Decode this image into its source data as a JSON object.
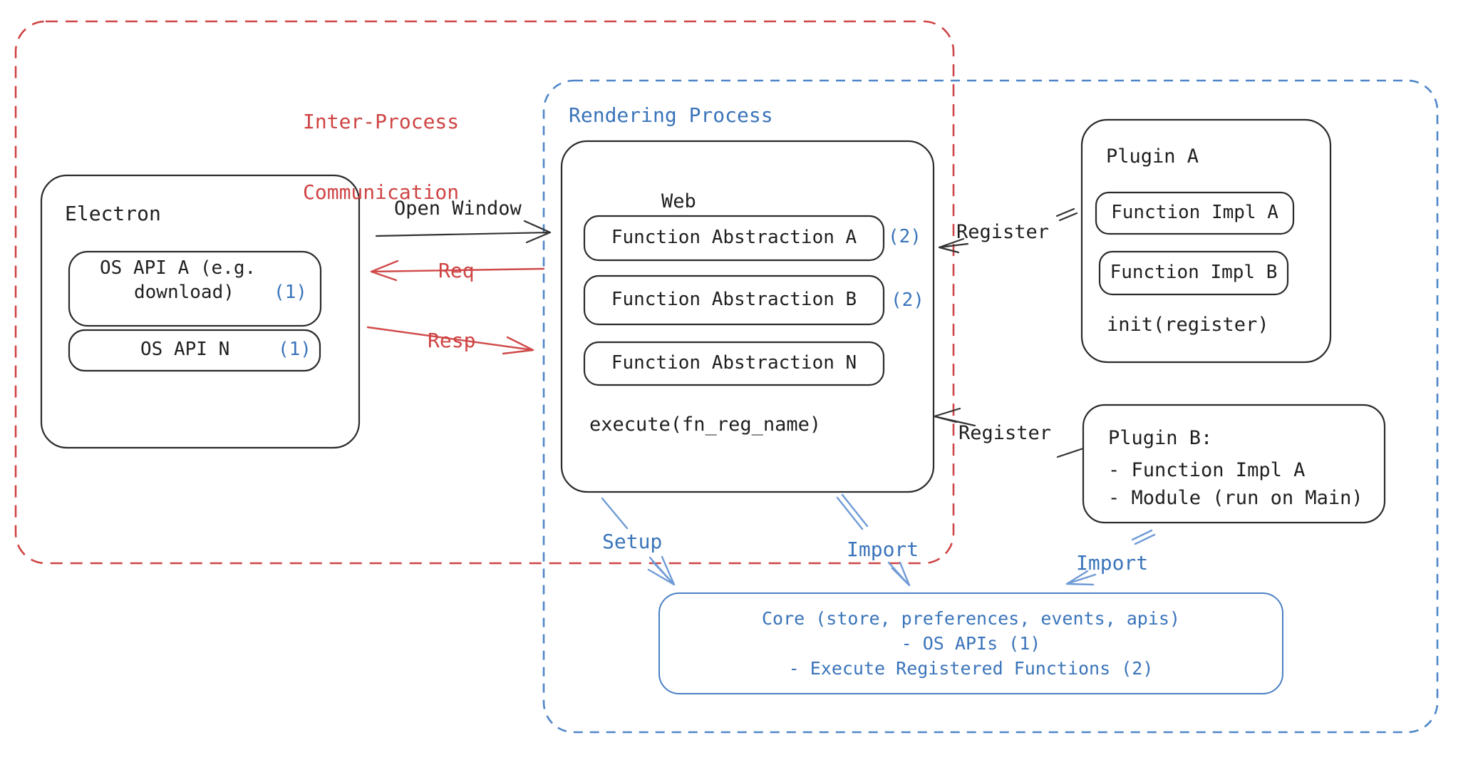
{
  "frames": {
    "ipc": {
      "label_line1": "Inter-Process",
      "label_line2": "Communication"
    },
    "rendering": {
      "label": "Rendering Process"
    }
  },
  "electron": {
    "title": "Electron",
    "api_a_line1": "OS API A (e.g.",
    "api_a_line2": "download)",
    "api_a_ref": "(1)",
    "api_n_label": "OS API N",
    "api_n_ref": "(1)"
  },
  "web": {
    "title": "Web",
    "fa_a": "Function Abstraction A",
    "fa_a_ref": "(2)",
    "fa_b": "Function Abstraction B",
    "fa_b_ref": "(2)",
    "fa_n": "Function Abstraction N",
    "execute": "execute(fn_reg_name)"
  },
  "plugin_a": {
    "title": "Plugin A",
    "impl_a": "Function Impl A",
    "impl_b": "Function Impl B",
    "init": "init(register)"
  },
  "plugin_b": {
    "title": "Plugin B:",
    "item1": "- Function Impl A",
    "item2": "- Module (run on Main)"
  },
  "core": {
    "line1": "Core (store, preferences, events, apis)",
    "line2": "- OS APIs (1)",
    "line3": "- Execute Registered Functions (2)"
  },
  "arrows": {
    "open_window": "Open Window",
    "req": "Req",
    "resp": "Resp",
    "register_a": "Register",
    "register_b": "Register",
    "setup": "Setup",
    "import_web": "Import",
    "import_plugin": "Import"
  },
  "colors": {
    "sketch_black": "#1f1f1f",
    "red": "#cf4444",
    "blue_text": "#3a74ba",
    "blue_dash": "#4f86c9",
    "light_blue_arrow": "#6f9bd6",
    "core_stroke": "#4a80c4"
  }
}
